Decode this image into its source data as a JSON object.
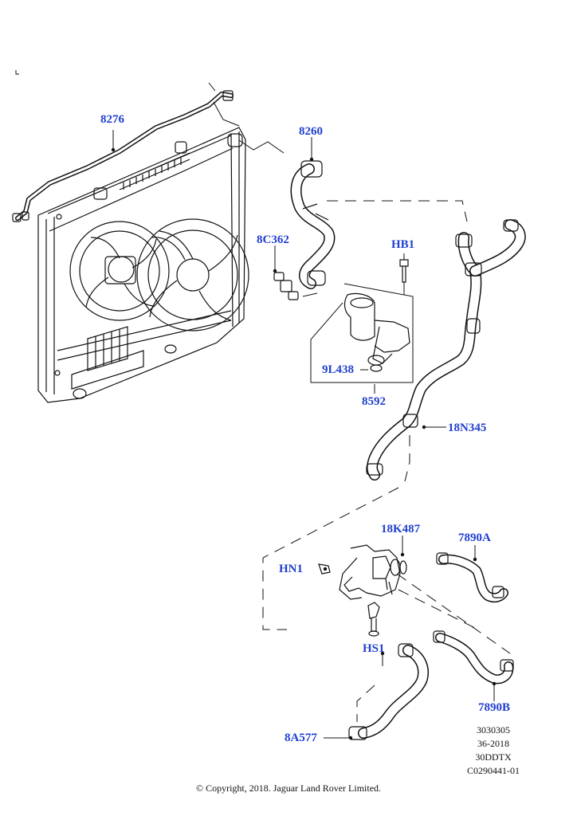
{
  "callouts": {
    "c8276": "8276",
    "c8260": "8260",
    "c8C362": "8C362",
    "cHB1": "HB1",
    "c9L438": "9L438",
    "c8592": "8592",
    "c18N345": "18N345",
    "c18K487": "18K487",
    "c7890A": "7890A",
    "cHN1": "HN1",
    "cHS1": "HS1",
    "c7890B": "7890B",
    "c8A577": "8A577"
  },
  "codes": {
    "line1": "3030305",
    "line2": "36-2018",
    "line3": "30DDTX",
    "line4": "C0290441-01"
  },
  "copyright": "© Copyright, 2018. Jaguar Land Rover Limited.",
  "colors": {
    "callout": "#1f3fd0",
    "linework": "#111111",
    "background": "#ffffff"
  }
}
